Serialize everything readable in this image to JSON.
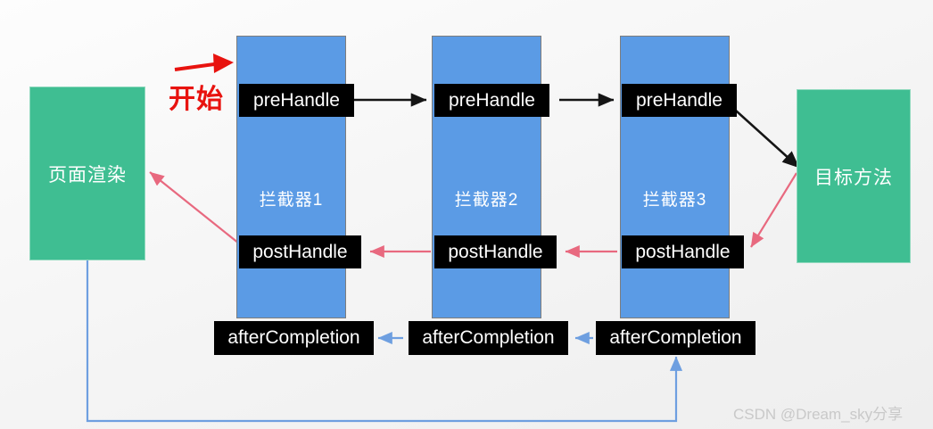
{
  "diagram": {
    "title_annotation": "开始",
    "watermark": "CSDN @Dream_sky分享",
    "colors": {
      "interceptor_blue": "#5B9BE5",
      "node_green": "#3FBE92",
      "label_black": "#000000",
      "start_red": "#E8130F",
      "arrow_black": "#1a1a1a",
      "arrow_pink": "#E8697F",
      "arrow_blue": "#6E9FE0",
      "background": "#F2F2F2"
    },
    "nodes": {
      "page_render": "页面渲染",
      "target_method": "目标方法"
    },
    "interceptors": [
      {
        "name": "拦截器1",
        "pre_handle": "preHandle",
        "post_handle": "postHandle",
        "after_completion": "afterCompletion"
      },
      {
        "name": "拦截器2",
        "pre_handle": "preHandle",
        "post_handle": "postHandle",
        "after_completion": "afterCompletion"
      },
      {
        "name": "拦截器3",
        "pre_handle": "preHandle",
        "post_handle": "postHandle",
        "after_completion": "afterCompletion"
      }
    ]
  }
}
